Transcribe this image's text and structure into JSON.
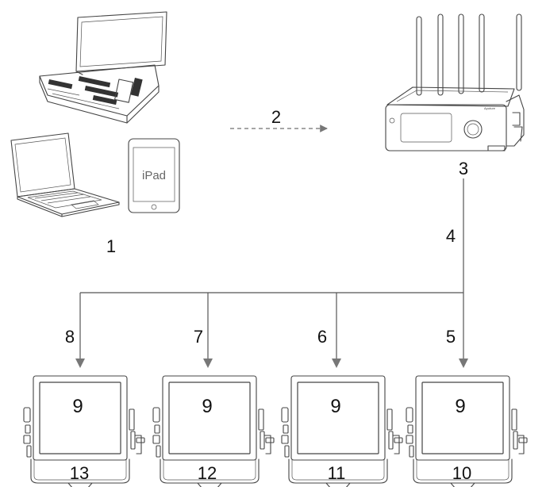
{
  "ipad_label": "iPad",
  "device_brand": "Aputure",
  "callouts": {
    "c1": "1",
    "c2": "2",
    "c3": "3",
    "c4": "4",
    "c5": "5",
    "c6": "6",
    "c7": "7",
    "c8": "8",
    "c9": "9",
    "c10": "10",
    "c11": "11",
    "c12": "12",
    "c13": "13"
  },
  "colors": {
    "line": "#555555",
    "arrow": "#888888",
    "text": "#111111"
  }
}
